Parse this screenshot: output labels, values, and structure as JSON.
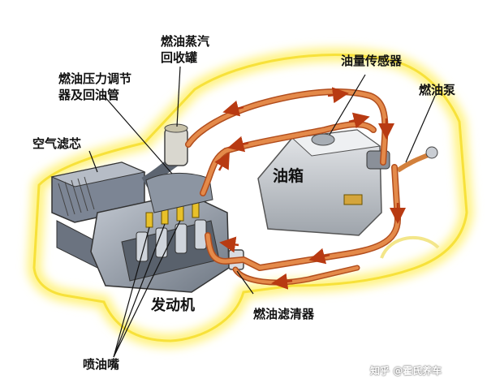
{
  "labels": {
    "vapor_canister_line1": "燃油蒸汽",
    "vapor_canister_line2": "回收罐",
    "regulator_line1": "燃油压力调节",
    "regulator_line2": "器及回油管",
    "fuel_gauge_sensor": "油量传感器",
    "fuel_pump": "燃油泵",
    "air_filter": "空气滤芯",
    "fuel_tank": "油箱",
    "engine": "发动机",
    "fuel_filter": "燃油滤清器",
    "injectors": "喷油嘴"
  },
  "watermark": "知乎 @霍氏养车",
  "colors": {
    "car_glow": "#fff59a",
    "fuel_line": "#e07a3a",
    "fuel_line_dark": "#b24e1e",
    "arrow": "#b83a12",
    "engine_body": "#9aa3b0",
    "tank_body": "#c9cdd3"
  }
}
